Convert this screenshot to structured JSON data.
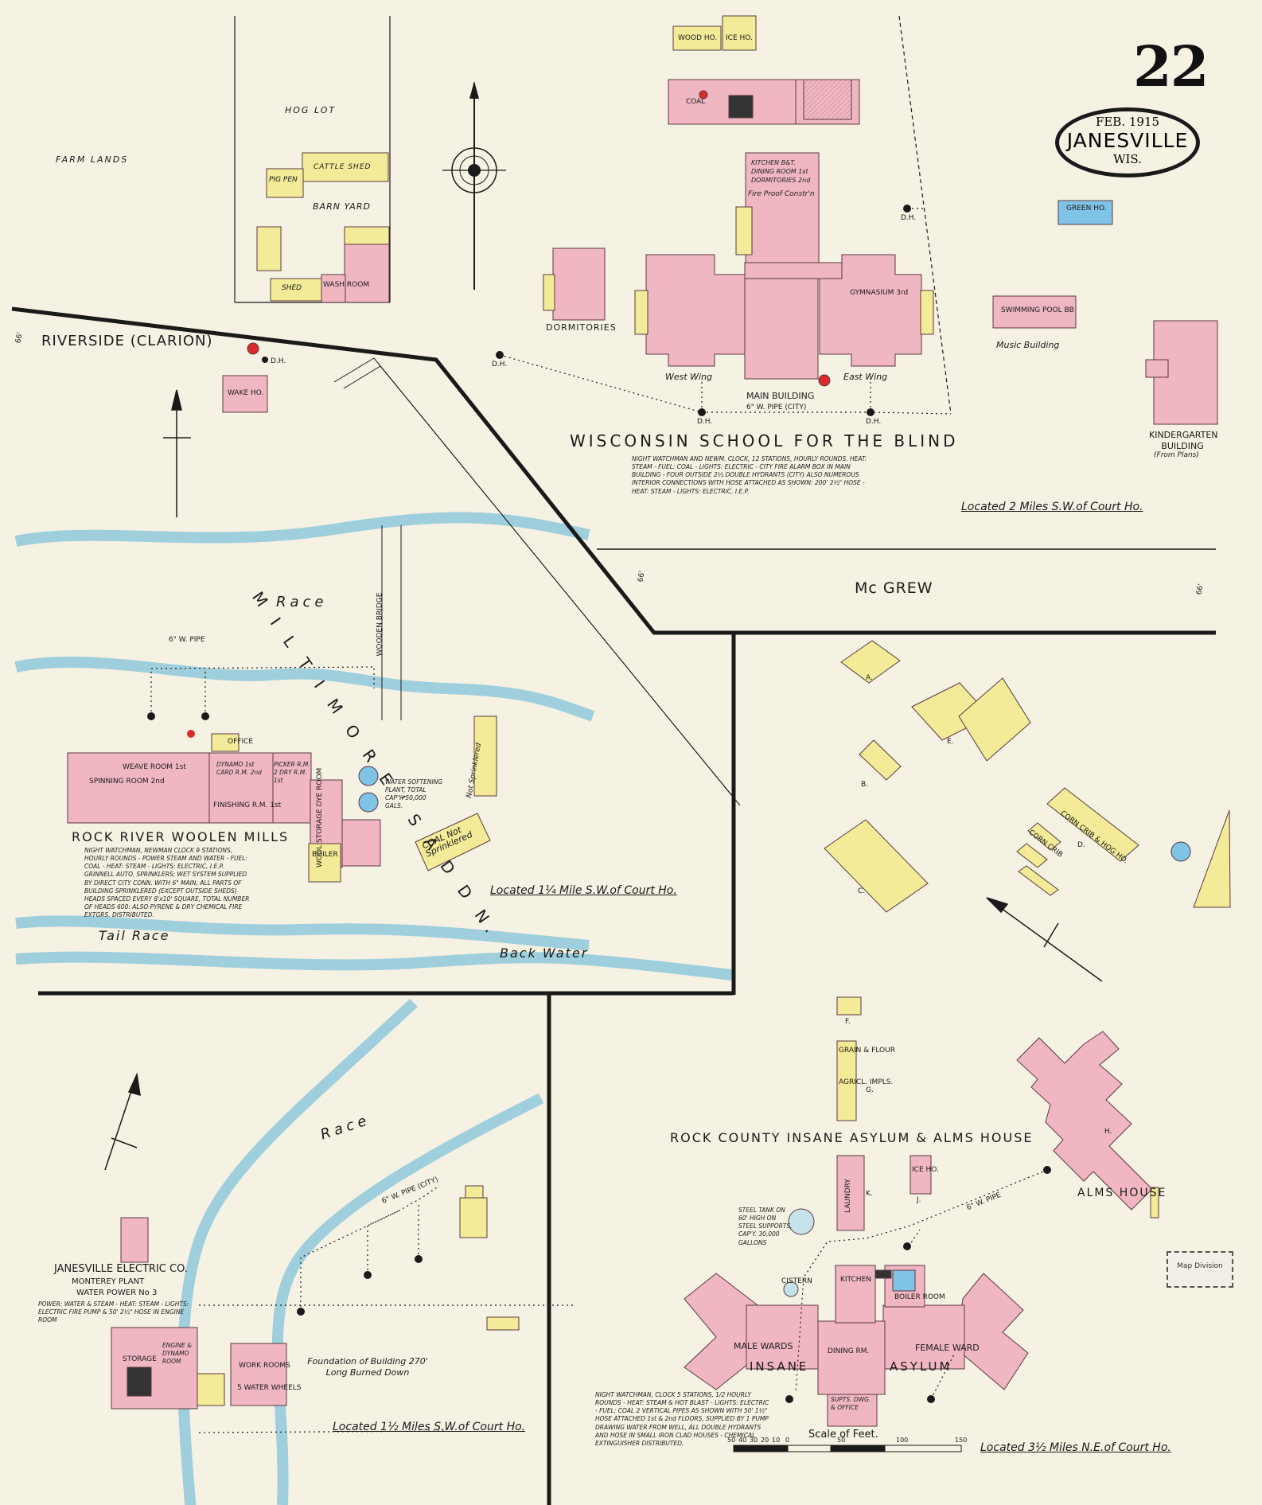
{
  "sheet": {
    "number": "22",
    "date": "FEB. 1915",
    "city": "JANESVILLE",
    "state": "WIS."
  },
  "stamp_text": "Map Division",
  "colors": {
    "paper": "#f5f1e3",
    "brick": "#f0b7c2",
    "frame": "#f3eb97",
    "stone_iron": "#7fc3e6",
    "water": "#c6e3ec",
    "ink": "#1a1a1a",
    "fire_marker": "#d92b2b"
  },
  "legend_values": {
    "scale_title": "Scale of Feet.",
    "scale_ticks": [
      "50",
      "40",
      "30",
      "20",
      "10",
      "0",
      "50",
      "100",
      "150"
    ]
  },
  "streets": {
    "riverside": "RIVERSIDE (CLARION)",
    "mcgrew": "Mc GREW",
    "widths": [
      "66'",
      "66'",
      "66'"
    ]
  },
  "areas": {
    "farm_lands": "FARM LANDS",
    "hog_lot": "HOG LOT",
    "barn_yard": "BARN YARD",
    "race_1": "Race",
    "race_2": "Race",
    "tail_race": "Tail Race",
    "back_water": "Back Water",
    "miltimores_addn": "M I L T I M O R E ' S     A D D N.",
    "wooden_bridge": "WOODEN BRIDGE"
  },
  "blind_school": {
    "title": "WISCONSIN SCHOOL FOR THE BLIND",
    "location": "Located 2 Miles S.W.of Court Ho.",
    "notes": "NIGHT WATCHMAN AND NEWM. CLOCK, 12 STATIONS, HOURLY ROUNDS. HEAT: STEAM - FUEL: COAL - LIGHTS: ELECTRIC - CITY FIRE ALARM BOX IN MAIN BUILDING - FOUR OUTSIDE 2½ DOUBLE HYDRANTS (CITY) ALSO NUMEROUS INTERIOR CONNECTIONS WITH HOSE ATTACHED AS SHOWN: 200' 2½\" HOSE - HEAT: STEAM - LIGHTS: ELECTRIC. I.E.P.",
    "labels": {
      "dormitories": "DORMITORIES",
      "west_wing": "West Wing",
      "east_wing": "East Wing",
      "main_building": "MAIN BUILDING",
      "music_building": "Music Building",
      "kindergarten": "KINDERGARTEN BUILDING",
      "from_plans": "(From Plans)",
      "swimming_pool": "SWIMMING POOL BB",
      "gymnasium": "GYMNASIUM 3rd",
      "green_ho": "GREEN HO.",
      "coal": "COAL",
      "wood_ho": "WOOD HO.",
      "ice_ho": "ICE HO.",
      "kitchen": "KITCHEN B&T. DINING ROOM 1st DORMITORIES 2nd",
      "fire_proof": "Fire Proof Constr'n",
      "pipe": "6\" W. PIPE (CITY)",
      "cattle_shed": "CATTLE SHED",
      "pig_pen": "PIG PEN",
      "shed": "SHED",
      "wash_room": "WASH ROOM",
      "wake_ho": "WAKE HO.",
      "dh": "D.H."
    }
  },
  "woolen_mills": {
    "title": "ROCK RIVER WOOLEN MILLS",
    "location": "Located 1¼ Mile S.W.of Court Ho.",
    "notes": "NIGHT WATCHMAN, NEWMAN CLOCK 9 STATIONS, HOURLY ROUNDS - POWER STEAM AND WATER - FUEL: COAL - HEAT: STEAM - LIGHTS: ELECTRIC, I.E.P. GRINNELL AUTO. SPRINKLERS; WET SYSTEM SUPPLIED BY DIRECT CITY CONN. WITH 6\" MAIN, ALL PARTS OF BUILDING SPRINKLERED (EXCEPT OUTSIDE SHEDS) HEADS SPACED EVERY 8'x10' SQUARE, TOTAL NUMBER OF HEADS 600: ALSO PYRENE & DRY CHEMICAL FIRE EXTGRS. DISTRIBUTED.",
    "labels": {
      "weave_room": "WEAVE ROOM 1st",
      "spinning_room": "SPINNING ROOM 2nd",
      "dynamo": "DYNAMO 1st CARD R.M. 2nd",
      "picker": "PICKER R.M. 2 DRY R.M. 1st",
      "finishing": "FINISHING R.M. 1st",
      "wool_storage": "WOOL STORAGE DYE ROOM",
      "water_softening": "WATER SOFTENING PLANT, TOTAL CAP'Y. 50,000 GALS.",
      "coal_ns": "COAL Not Sprinklered",
      "not_sprinklered": "Not Sprinklered",
      "office": "OFFICE",
      "pipe": "6\" W. PIPE",
      "boiler": "BOILER"
    }
  },
  "electric_co": {
    "title": "JANESVILLE ELECTRIC CO.",
    "sub1": "MONTEREY PLANT",
    "sub2": "WATER POWER No 3",
    "notes": "POWER: WATER & STEAM - HEAT: STEAM - LIGHTS: ELECTRIC FIRE PUMP & 50' 2½\" HOSE IN ENGINE ROOM",
    "location": "Located 1½ Miles S.W.of Court Ho.",
    "foundation": "Foundation of Building 270' Long Burned Down",
    "labels": {
      "work_rooms": "WORK ROOMS",
      "engine_room": "ENGINE & DYNAMO ROOM",
      "storage": "STORAGE",
      "water_wheels": "5 WATER WHEELS",
      "pipe": "6\" W. PIPE (CITY)"
    }
  },
  "asylum": {
    "title": "ROCK COUNTY INSANE ASYLUM & ALMS HOUSE",
    "alms_house": "ALMS HOUSE",
    "insane": "INSANE",
    "asylum": "ASYLUM",
    "location": "Located 3½ Miles N.E.of Court Ho.",
    "notes": "NIGHT WATCHMAN, CLOCK 5 STATIONS, 1/2 HOURLY ROUNDS - HEAT: STEAM & HOT BLAST - LIGHTS: ELECTRIC - FUEL: COAL 2 VERTICAL PIPES AS SHOWN WITH 50' 1½\" HOSE ATTACHED 1st & 2nd FLOORS, SUPPLIED BY 1 PUMP DRAWING WATER FROM WELL, ALL DOUBLE HYDRANTS AND HOSE IN SMALL IRON CLAD HOUSES - CHEMICAL EXTINGUISHER DISTRIBUTED.",
    "labels": {
      "male_wards": "MALE WARDS",
      "female_ward": "FEMALE WARD",
      "dining_rm": "DINING RM.",
      "kitchen": "KITCHEN",
      "laundry": "LAUNDRY",
      "ice_ho": "ICE HO.",
      "cistern": "CISTERN",
      "supts": "SUPTS. DWG. & OFFICE",
      "tank": "STEEL TANK ON 60' HIGH ON STEEL SUPPORTS, CAP'Y. 30,000 GALLONS",
      "boiler_room": "BOILER ROOM",
      "grain": "GRAIN & FLOUR",
      "agricl": "AGRICL. IMPLS.",
      "cattle_crib": "CORN CRIB & HOG HO.",
      "pipe": "6\" W. PIPE",
      "corn_crib": "CORN CRIB"
    }
  },
  "letters": [
    "A.",
    "B.",
    "C.",
    "D.",
    "E.",
    "F.",
    "G.",
    "H.",
    "J.",
    "K."
  ]
}
